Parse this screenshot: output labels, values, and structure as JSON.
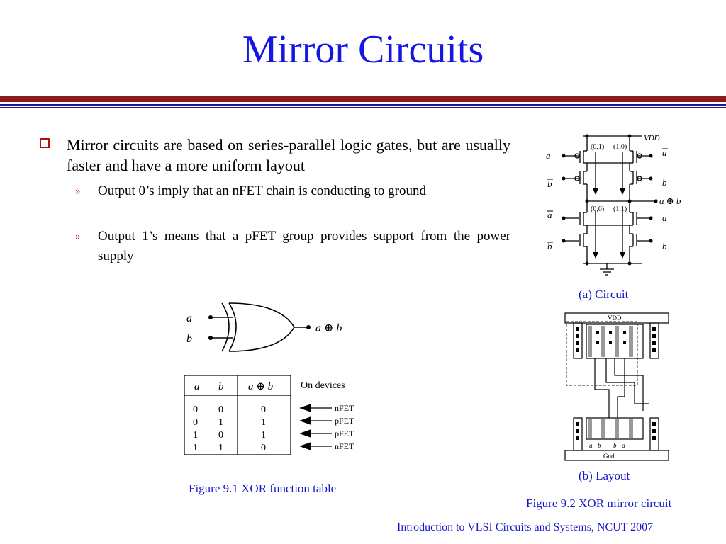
{
  "slide": {
    "title": "Mirror Circuits",
    "bullet_main": "Mirror circuits are based on series-parallel logic gates, but are usually faster and have a more uniform layout",
    "sub_bullets": [
      "Output 0’s imply that an nFET chain is conducting to ground",
      "Output 1’s means that a pFET group provides support from the power supply"
    ],
    "sub_marker": "»"
  },
  "figure_circuit": {
    "vdd": "VDD",
    "labels_top": [
      "(0,1)",
      "(1,0)"
    ],
    "labels_bottom": [
      "(0,0)",
      "(1,1)"
    ],
    "in_a": "a",
    "in_a_bar": "a",
    "in_b": "b",
    "in_b_bar": "b",
    "output": "a ⊕ b",
    "caption": "(a) Circuit"
  },
  "figure_xor": {
    "input_a": "a",
    "input_b": "b",
    "output": "a ⊕ b",
    "table": {
      "headers": [
        "a",
        "b",
        "a ⊕ b"
      ],
      "on_devices_label": "On devices",
      "rows": [
        {
          "a": "0",
          "b": "0",
          "out": "0",
          "device": "nFET"
        },
        {
          "a": "0",
          "b": "1",
          "out": "1",
          "device": "pFET"
        },
        {
          "a": "1",
          "b": "0",
          "out": "1",
          "device": "pFET"
        },
        {
          "a": "1",
          "b": "1",
          "out": "0",
          "device": "nFET"
        }
      ]
    },
    "caption": "Figure 9.1 XOR function table"
  },
  "figure_layout": {
    "vdd": "VDD",
    "gnd": "Gnd",
    "bottom_labels": [
      "a",
      "b",
      "b",
      "a"
    ],
    "caption": "(b) Layout"
  },
  "figure_9_2_caption": "Figure 9.2 XOR mirror circuit",
  "footer": "Introduction to VLSI Circuits and Systems, NCUT  2007",
  "colors": {
    "title": "#1515e6",
    "rule_red": "#8b1a1a",
    "rule_blue": "#1a1a8b",
    "caption": "#1515cc",
    "bullet": "#b01010"
  }
}
